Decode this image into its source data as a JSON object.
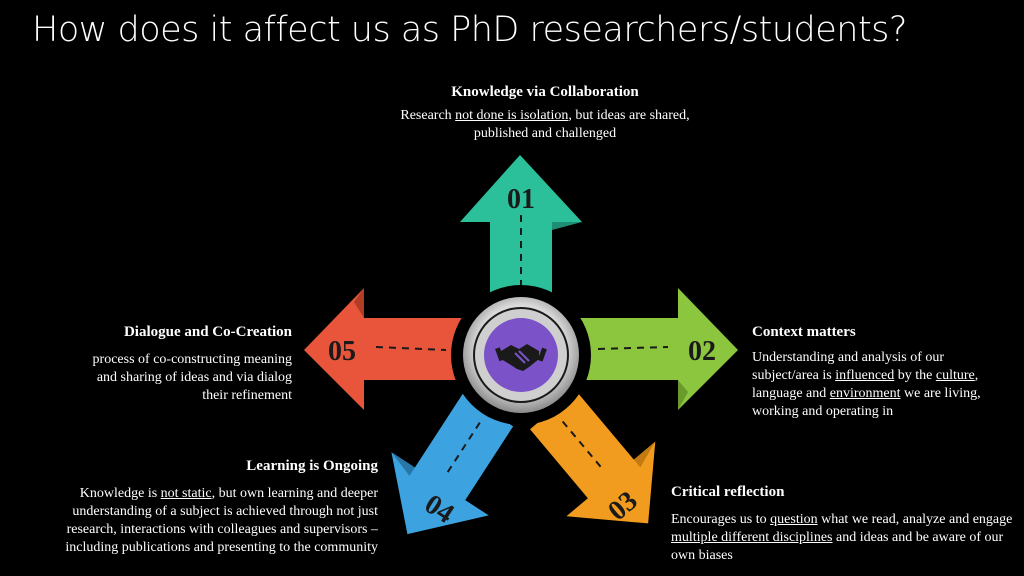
{
  "title": "How does it affect us as PhD researchers/students?",
  "items": [
    {
      "number": "01",
      "heading": "Knowledge via Collaboration",
      "body": [
        {
          "t": "Research "
        },
        {
          "t": "not done is isolation",
          "u": true
        },
        {
          "t": ", but ideas are shared, published and challenged"
        }
      ],
      "color": "#2bbf9a"
    },
    {
      "number": "02",
      "heading": "Context matters",
      "body": [
        {
          "t": "Understanding and analysis of our subject/area is "
        },
        {
          "t": "influenced",
          "u": true
        },
        {
          "t": " by the "
        },
        {
          "t": "culture",
          "u": true
        },
        {
          "t": ", language and "
        },
        {
          "t": "environment",
          "u": true
        },
        {
          "t": " we are living, working and operating in"
        }
      ],
      "color": "#8cc63f"
    },
    {
      "number": "03",
      "heading": "Critical reflection",
      "body": [
        {
          "t": "Encourages us to "
        },
        {
          "t": "question",
          "u": true
        },
        {
          "t": " what we read, analyze and engage "
        },
        {
          "t": "multiple different disciplines",
          "u": true
        },
        {
          "t": " and ideas and be aware of our own biases"
        }
      ],
      "color": "#f29c1f"
    },
    {
      "number": "04",
      "heading": "Learning is Ongoing",
      "body": [
        {
          "t": "Knowledge is "
        },
        {
          "t": "not static",
          "u": true
        },
        {
          "t": ", but own learning and deeper understanding of a subject is achieved through not just research, interactions with colleagues and supervisors – including publications and presenting to the community"
        }
      ],
      "color": "#3498db"
    },
    {
      "number": "05",
      "heading": "Dialogue and Co-Creation",
      "body": [
        {
          "t": "process of co-constructing meaning and sharing of ideas and via dialog their refinement"
        }
      ],
      "color": "#e8553a"
    }
  ],
  "center": {
    "icon": "handshake-icon",
    "color": "#7b52c7"
  }
}
